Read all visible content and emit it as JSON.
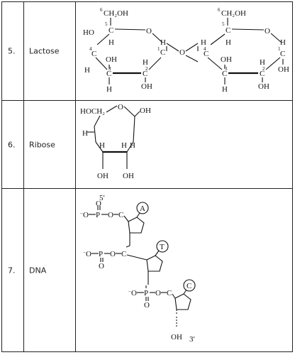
{
  "rows": [
    {
      "number": "5.",
      "name": "Lactose",
      "structure": {
        "left_ring": {
          "top_group": "CH₂OH",
          "top_sup": "6",
          "c5": "C",
          "c5_sup": "5",
          "ring_o": "O",
          "c1": "C",
          "c1_sup": "1",
          "c4": "C",
          "c4_sup": "4",
          "c3": "C",
          "c3_sup": "3",
          "c2": "C",
          "c2_sup": "2",
          "oh_c4": "HO",
          "h_c5": "H",
          "h_c1": "H",
          "h_c4": "H",
          "oh_c3": "OH",
          "h_c3": "H",
          "h_c2": "H",
          "oh_c2": "OH"
        },
        "bridge_o": "O",
        "right_ring": {
          "top_group": "CH₂OH",
          "top_sup": "6",
          "c5": "C",
          "c5_sup": "5",
          "ring_o": "O",
          "c4": "C",
          "c4_sup": "4",
          "c1": "C",
          "c1_sup": "1",
          "c3": "C",
          "c3_sup": "3",
          "c2": "C",
          "c2_sup": "2",
          "h_c5": "H",
          "h_c4": "H",
          "h_c1": "H",
          "oh_c1": "OH",
          "oh_c3": "OH",
          "h_c3": "H",
          "h_c2": "H",
          "oh_c2": "OH"
        }
      }
    },
    {
      "number": "6.",
      "name": "Ribose",
      "structure": {
        "group": "HOCH₂",
        "ring_o": "O",
        "oh_c1": "OH",
        "h1": "H",
        "h2": "H",
        "h3": "H",
        "h4": "H",
        "oh_c3": "OH",
        "oh_c2": "OH"
      }
    },
    {
      "number": "7.",
      "name": "DNA",
      "structure": {
        "five_prime": "5′",
        "three_prime": "3′",
        "terminal_oh": "OH",
        "nucleotides": [
          {
            "phosphate_o": "O",
            "p": "P",
            "ester_o": "O",
            "sugar_c": "C",
            "base": "A",
            "minus": "−",
            "double_o": "O"
          },
          {
            "phosphate_o": "O",
            "p": "P",
            "ester_o": "O",
            "sugar_c": "C",
            "base": "T",
            "minus": "−",
            "double_o": "O"
          },
          {
            "phosphate_o": "O",
            "p": "P",
            "ester_o": "O",
            "sugar_c": "C",
            "base": "C",
            "minus": "−",
            "double_o": "O"
          }
        ]
      }
    }
  ]
}
